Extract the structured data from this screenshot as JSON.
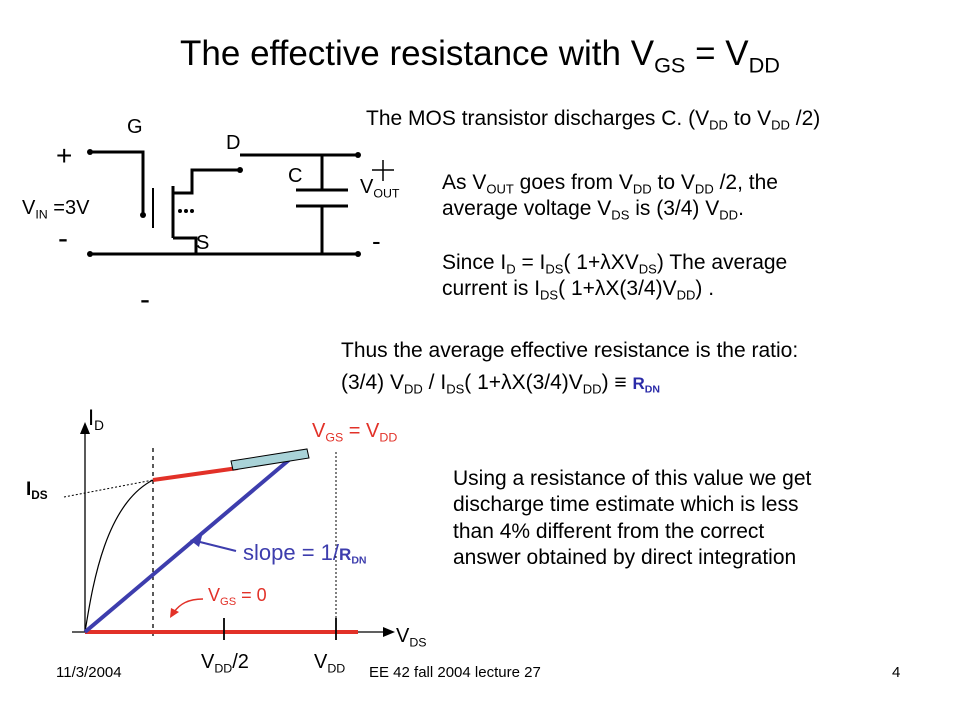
{
  "title": {
    "pre": "The effective resistance with V",
    "sub1": "GS",
    "mid": " = V",
    "sub2": "DD"
  },
  "circuit": {
    "g": "G",
    "d": "D",
    "s": "S",
    "c": "C",
    "plus": "+",
    "minus": "-",
    "vin": "V",
    "vin_sub": "IN",
    "vin_val": " =3V",
    "vout": "V",
    "vout_sub": "OUT"
  },
  "text": {
    "p1": {
      "a": "The MOS transistor discharges C. (V",
      "s1": "DD",
      "b": " to V",
      "s2": "DD",
      "c": " /2)"
    },
    "p2": {
      "a": "As V",
      "s1": "OUT",
      "b": " goes from V",
      "s2": "DD",
      "c": " to V",
      "s3": "DD",
      "d": " /2, the",
      "line2a": "average voltage V",
      "s4": "DS",
      "line2b": " is (3/4) V",
      "s5": "DD",
      "line2c": "."
    },
    "p3": {
      "a": "Since I",
      "s1": "D",
      "b": " = I",
      "s2": "DS",
      "c": "( 1+",
      "lam": "λ",
      "d": "XV",
      "s3": "DS",
      "e": ") The average",
      "line2a": "current is I",
      "s4": "DS",
      "line2b": "( 1+",
      "lam2": "λ",
      "line2c": "X(3/4)V",
      "s5": "DD",
      "line2d": ") ."
    },
    "p4": {
      "line1": "Thus the average effective resistance is the ratio:",
      "a": "(3/4) V",
      "s1": "DD",
      "b": " / I",
      "s2": "DS",
      "c": "( 1+",
      "lam": "λ",
      "d": "X(3/4)V",
      "s3": "DD",
      "e": ") ",
      "equiv": "≡",
      "r": "R",
      "rsub": "DN"
    },
    "p5": [
      "Using a resistance of this value we get",
      "discharge time estimate which is less",
      "than  4% different from the correct",
      "answer obtained by direct integration"
    ]
  },
  "plot": {
    "id": "I",
    "id_sub": "D",
    "ids": "I",
    "ids_sub": "DS",
    "vgs_dd": {
      "a": "V",
      "s1": "GS",
      "b": " = V",
      "s2": "DD"
    },
    "vgs_0": {
      "a": "V",
      "s1": "GS",
      "b": " = 0"
    },
    "slope": {
      "a": "slope = ",
      "b": "1/",
      "r": "R",
      "rsub": "DN"
    },
    "vds": "V",
    "vds_sub": "DS",
    "vdd2": {
      "a": "V",
      "s": "DD",
      "b": "/2"
    },
    "vdd": {
      "a": "V",
      "s": "DD"
    },
    "colors": {
      "red": "#e23128",
      "blue": "#3d3dad",
      "cap": "#a9d3d8"
    }
  },
  "footer": {
    "date": "11/3/2004",
    "course": "EE 42 fall 2004 lecture 27",
    "page": "4"
  }
}
